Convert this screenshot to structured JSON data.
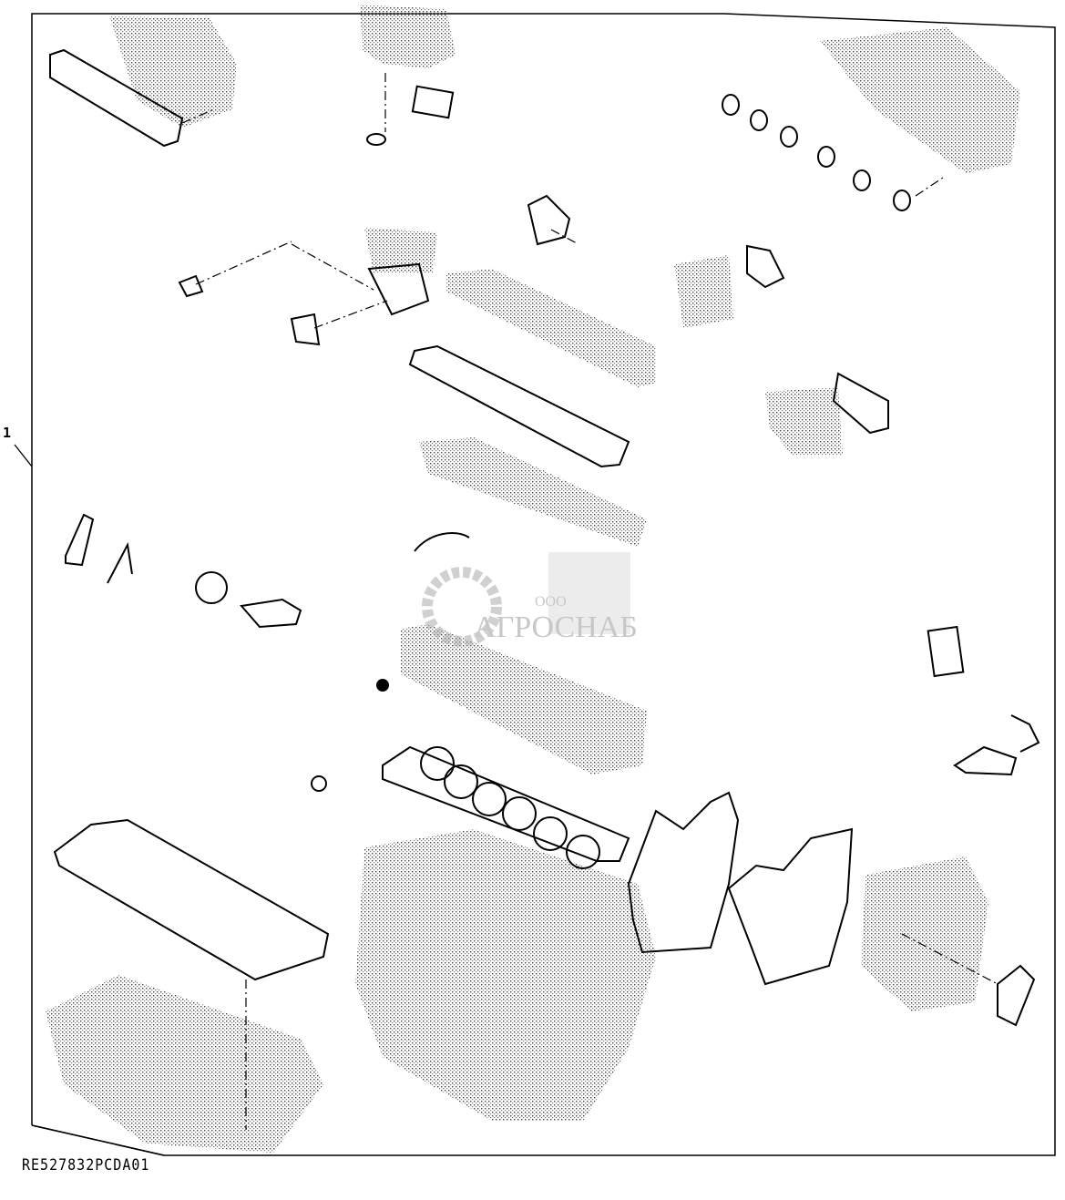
{
  "diagram": {
    "callout_number": "1",
    "reference_code": "RE527832PCDA01",
    "watermark": {
      "prefix": "ООО",
      "name": "АГРОСНАБ"
    },
    "colors": {
      "line": "#000000",
      "stipple": "#555555",
      "watermark": "#9a9a9a"
    }
  }
}
